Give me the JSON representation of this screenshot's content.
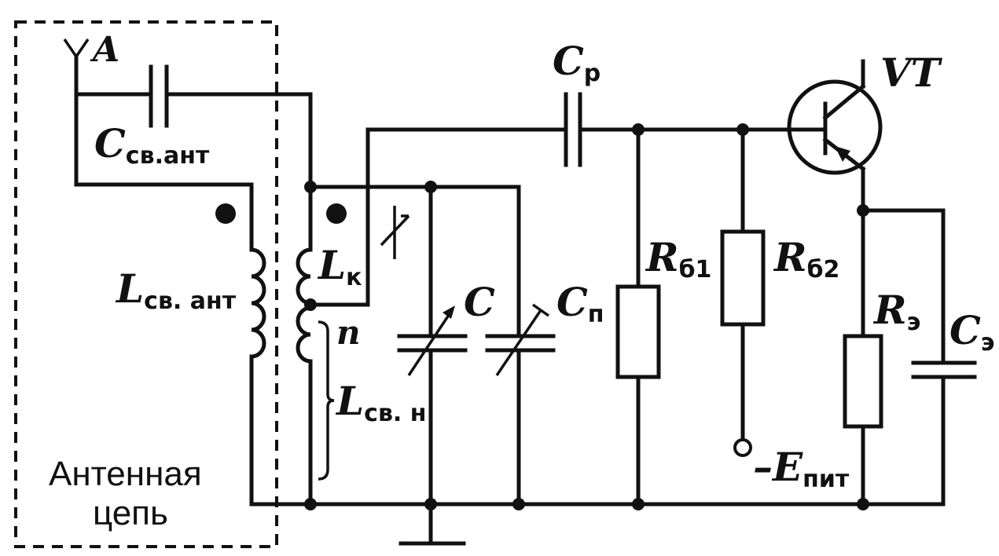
{
  "labels": {
    "antenna": "A",
    "c_coupling_antenna": {
      "main": "C",
      "sub": "св.ант"
    },
    "l_coupling_antenna": {
      "main": "L",
      "sub": "св. ант"
    },
    "l_loop": {
      "main": "L",
      "sub": "к"
    },
    "tap_n": "n",
    "l_coupling_load": {
      "main": "L",
      "sub": "св. н"
    },
    "c_tuning": "C",
    "c_trimmer": {
      "main": "C",
      "sub": "п"
    },
    "c_coupling": {
      "main": "C",
      "sub": "р"
    },
    "r_base1": {
      "main": "R",
      "sub": "б1"
    },
    "r_base2": {
      "main": "R",
      "sub": "б2"
    },
    "r_emitter": {
      "main": "R",
      "sub": "э"
    },
    "c_emitter": {
      "main": "C",
      "sub": "э"
    },
    "transistor": "VT",
    "supply": {
      "main": "–E",
      "sub": "пит"
    },
    "antenna_circuit_line1": "Антенная",
    "antenna_circuit_line2": "цепь"
  }
}
